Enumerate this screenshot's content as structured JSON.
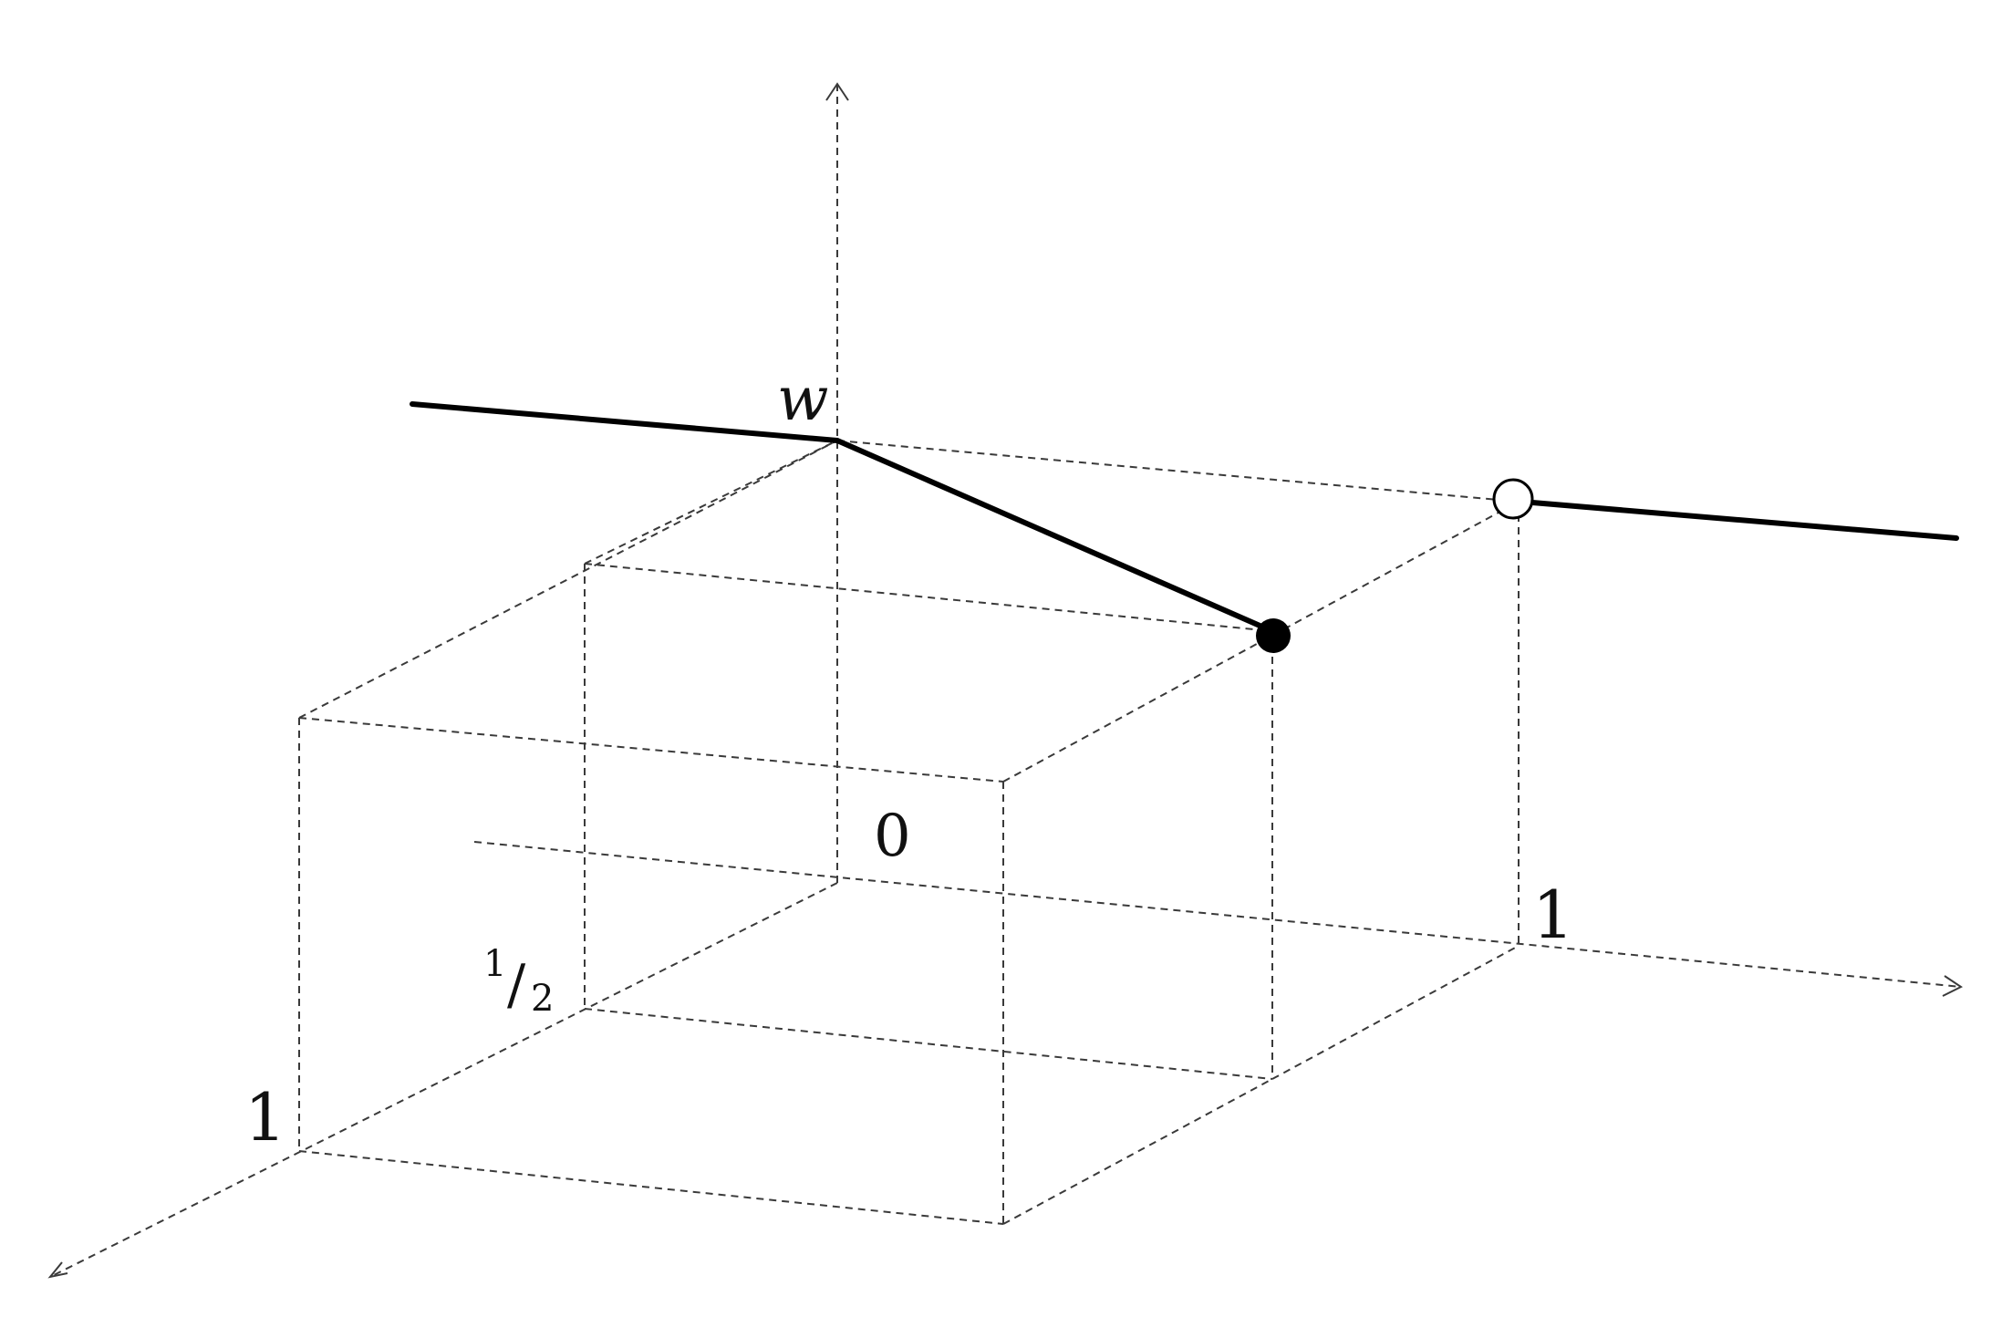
{
  "diagram": {
    "labels": {
      "w": "w",
      "origin": "0",
      "x_one": "1",
      "z_half_num": "1",
      "z_half_den": "2",
      "z_one": "1"
    },
    "colors": {
      "ink": "#000000",
      "dashed": "#3a3a3a",
      "background": "#ffffff"
    },
    "markers": {
      "filled_point": "closed-endpoint",
      "open_point": "open-endpoint"
    }
  }
}
